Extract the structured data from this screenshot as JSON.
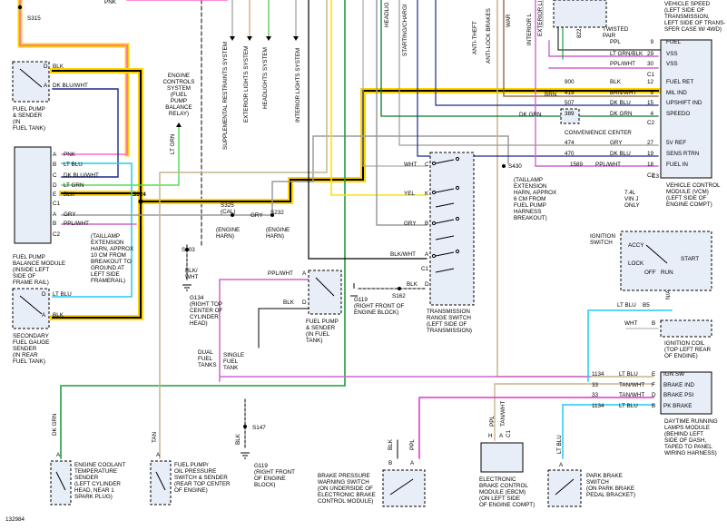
{
  "diagram_id": "132984",
  "vertical_systems": [
    "ENGINE CONTROLS SYSTEM (FUEL PUMP BALANCE RELAY)",
    "SUPPLEMENTAL RESTRAINTS SYSTEM",
    "EXTERIOR LIGHTS SYSTEM",
    "HEADLIGHTS SYSTEM",
    "INTERIOR LIGHTS SYSTEM",
    "HEADLIG",
    "STARTING/CHARGI",
    "ANTI-THEFT",
    "ANTI-LOCK BRAKES",
    "WAR",
    "INTERIOR L",
    "EXTERIOR LI"
  ],
  "components": {
    "fuel_pump_sender_tank": [
      "FUEL PUMP",
      "& SENDER",
      "(IN",
      "FUEL TANK)"
    ],
    "balance_module": [
      "FUEL PUMP",
      "BALANCE MODULE",
      "(INSIDE LEFT",
      "SIDE OF",
      "FRAME RAIL)"
    ],
    "secondary_sender": [
      "SECONDARY",
      "FUEL GAUGE",
      "SENDER",
      "(IN REAR",
      "FUEL TANK)"
    ],
    "taillamp_harness": [
      "(TAILLAMP",
      "EXTENSION",
      "HARN, APPROX",
      "10 CM FROM",
      "BREAKOUT TO",
      "GROUND AT",
      "LEFT SIDE",
      "FRAMERAIL)"
    ],
    "engine_controls": [
      "ENGINE",
      "CONTROLS",
      "SYSTEM",
      "(FUEL",
      "PUMP",
      "BALANCE",
      "RELAY)"
    ],
    "g134": [
      "G134",
      "(RIGHT TOP",
      "CENTER OF",
      "CYLINDER",
      "HEAD)"
    ],
    "dual_tanks": [
      "DUAL",
      "FUEL",
      "TANKS"
    ],
    "single_tank": [
      "SINGLE",
      "FUEL",
      "TANK"
    ],
    "fuel_pump_sender_2": [
      "FUEL PUMP",
      "& SENDER",
      "(IN FUEL",
      "TANK)"
    ],
    "g119_engine_block": [
      "G119",
      "(RIGHT FRONT OF",
      "ENGINE BLOCK)"
    ],
    "g119_lower": [
      "G119",
      "(RIGHT FRONT",
      "OF ENGINE",
      "BLOCK)"
    ],
    "trs": [
      "TRANSMISSION",
      "RANGE SWITCH",
      "(LEFT SIDE OF",
      "TRANSMISSION)"
    ],
    "s430_harness": [
      "(TAILLAMP",
      "EXTENSION",
      "HARN, APPROX",
      "6 CM FROM",
      "FUEL PUMP",
      "HARNESS",
      "BREAKOUT)"
    ],
    "convenience_center": "CONVENIENCE CENTER",
    "vcm_title": [
      "VEHICLE CONTROL",
      "MODULE (VCM)",
      "(LEFT SIDE OF",
      "ENGINE COMPT)"
    ],
    "vin_note": [
      "7.4L",
      "VIN J",
      "ONLY"
    ],
    "ignition_switch": [
      "IGNITION",
      "SWITCH"
    ],
    "ign_positions": [
      "ACCY",
      "LOCK",
      "OFF",
      "RUN",
      "START"
    ],
    "ignition_coil": [
      "IGNITION COIL",
      "(TOP LEFT REAR",
      "OF ENGINE)"
    ],
    "drl_module": [
      "DAYTIME RUNNING",
      "LAMPS MODULE",
      "(BEHIND LEFT",
      "SIDE OF DASH,",
      "TAPED TO PANEL",
      "WIRING HARNESS)"
    ],
    "drl_pins": [
      "IGN SW",
      "BRAKE IND",
      "BRAKE PSI",
      "PK BRAKE"
    ],
    "coolant_sender": [
      "ENGINE COOLANT",
      "TEMPERATURE",
      "SENDER",
      "(LEFT CYLINDER",
      "HEAD, NEAR 1",
      "SPARK PLUG)"
    ],
    "oil_switch": [
      "FUEL PUMP/",
      "OIL PRESSURE",
      "SWITCH & SENDER",
      "(REAR TOP CENTER",
      "OF ENGINE)"
    ],
    "brake_pressure": [
      "BRAKE PRESSURE",
      "WARNING SWITCH",
      "(ON UNDERSIDE OF",
      "ELECTRONIC BRAKE",
      "CONTROL MODULE)"
    ],
    "ebcm": [
      "ELECTRONIC",
      "BRAKE CONTROL",
      "MODULE (EBCM)",
      "(ON LEFT SIDE",
      "OF ENGINE COMPT)"
    ],
    "park_brake": [
      "PARK BRAKE",
      "SWITCH",
      "(ON PARK BRAKE",
      "PEDAL BRACKET)"
    ],
    "top_right": [
      "VEHICLE SPEED",
      "(LEFT SIDE OF",
      "TRANSMISSION,",
      "LEFT SIDE OF TRANS-",
      "SFER CASE W/ 4WD)"
    ],
    "twisted_pair": [
      "TWISTED",
      "PAIR"
    ],
    "s325": [
      "S325",
      "(CAL)"
    ],
    "s232": "S232",
    "engine_harn": [
      "(ENGINE",
      "HARN)"
    ]
  },
  "vcm_pins": [
    {
      "circuit": "",
      "color": "PPL",
      "pin": "9",
      "label": "FUEL"
    },
    {
      "circuit": "",
      "color": "LT GRN/BLK",
      "pin": "29",
      "label": "VSS"
    },
    {
      "circuit": "",
      "color": "PPL/WHT",
      "pin": "30",
      "label": "VSS"
    },
    {
      "circuit": "900",
      "color": "BLK",
      "pin": "12",
      "label": "FUEL RET"
    },
    {
      "circuit": "419",
      "color": "BRN/WHT",
      "pin": "5",
      "label": "MIL IND"
    },
    {
      "circuit": "507",
      "color": "DK BLU",
      "pin": "15",
      "label": "UPSHIFT IND"
    },
    {
      "circuit": "389",
      "color": "DK GRN",
      "pin": "4",
      "label": "SPEEDO"
    },
    {
      "circuit": "474",
      "color": "GRY",
      "pin": "27",
      "label": "5V REF"
    },
    {
      "circuit": "470",
      "color": "DK BLU",
      "pin": "19",
      "label": "SENS RTRN"
    },
    {
      "circuit": "1589",
      "color": "PPL/WHT",
      "pin": "18",
      "label": "FUEL IN"
    }
  ],
  "vcm_connectors": [
    "C1",
    "C2",
    "C3",
    "C3",
    "C3"
  ],
  "wire_labels": {
    "pnk_top": "PNK",
    "s315": "S315",
    "blk": "BLK",
    "dk_blu_wht": "DK BLU/WHT",
    "pnk": "PNK",
    "lt_blu": "LT BLU",
    "lt_grn": "LT GRN",
    "gry": "GRY",
    "ppl_wht": "PPL/WHT",
    "dk_grn": "DK GRN",
    "brn": "BRN",
    "wht": "WHT",
    "yel": "YEL",
    "blk_wht": "BLK/WHT",
    "tan": "TAN",
    "tan_wht": "TAN/WHT",
    "ppl": "PPL",
    "s324": "S324",
    "s103": "S103",
    "s162": "S162",
    "s147": "S147",
    "s430": "S430",
    "num822": "822",
    "b5": "B5"
  },
  "drl_rows": [
    {
      "circuit": "1134",
      "color": "LT BLU",
      "pin": "E"
    },
    {
      "circuit": "33",
      "color": "TAN/WHT",
      "pin": "F"
    },
    {
      "circuit": "33",
      "color": "TAN/WHT",
      "pin": "D"
    },
    {
      "circuit": "1134",
      "color": "LT BLU",
      "pin": "B"
    }
  ]
}
